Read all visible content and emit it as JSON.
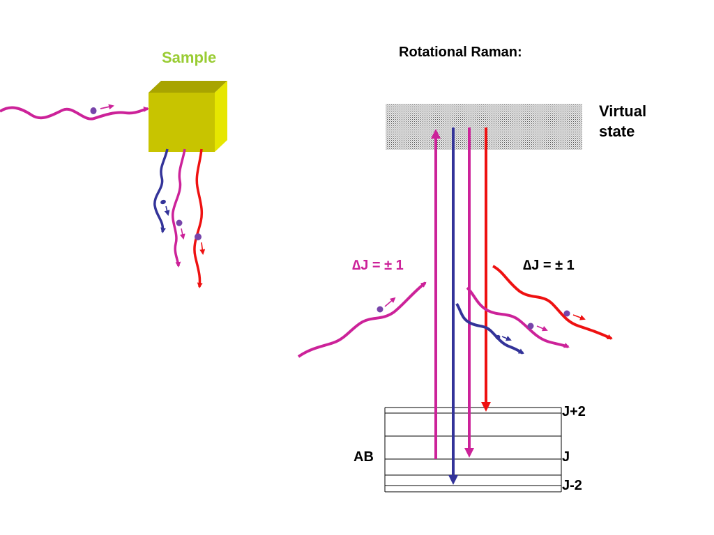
{
  "sample_label": "Sample",
  "title": "Rotational Raman:",
  "virtual_state_label": "Virtual\nstate",
  "selection_rule_left": "∆J = ± 1",
  "selection_rule_right": "∆J = ± 1",
  "molecule_label": "AB",
  "levels": [
    "J+2",
    "J",
    "J-2"
  ],
  "colors": {
    "sample_green": "#99cc33",
    "incident_magenta": "#cc2299",
    "stokes_red": "#ee1111",
    "antistokes_blue": "#333399",
    "cube_front": "#c8c400",
    "cube_top": "#a8a400",
    "cube_side": "#e6e600"
  }
}
